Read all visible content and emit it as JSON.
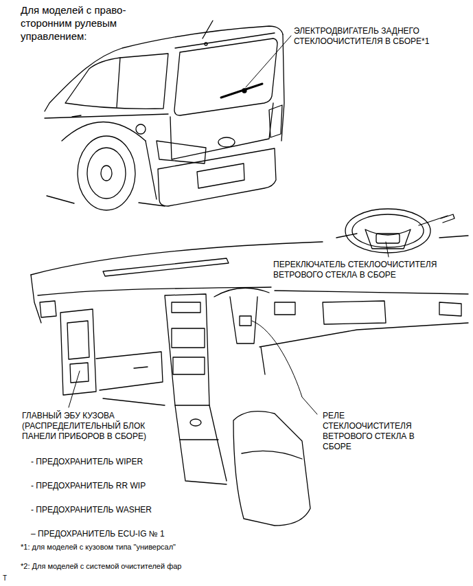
{
  "diagram": {
    "title": "Для моделей с право- сторонним рулевым управлением:",
    "labels": [
      "ЭЛЕКТРОДВИГАТЕЛЬ ЗАДНЕГО СТЕКЛООЧИСТИТЕЛЯ В СБОРЕ*1",
      "ПЕРЕКЛЮЧАТЕЛЬ СТЕКЛООЧИСТИТЕЛЯ ВЕТРОВОГО СТЕКЛА В СБОРЕ",
      "ГЛАВНЫЙ ЭБУ КУЗОВА (РАСПРЕДЕЛИТЕЛЬНЫЙ БЛОК ПАНЕЛИ ПРИБОРОВ В СБОРЕ)",
      "РЕЛЕ СТЕКЛООЧИСТИТЕЛЯ ВЕТРОВОГО СТЕКЛА В СБОРЕ",
      "- ПРЕДОХРАНИТЕЛЬ WIPER",
      "- ПРЕДОХРАНИТЕЛЬ RR WIP",
      "- ПРЕДОХРАНИТЕЛЬ WASHER",
      "– ПРЕДОХРАНИТЕЛЬ ECU-IG № 1",
      "*1: для моделей с кузовом типа \"универсал\"",
      "*2: Для моделей с системой очистителей фар",
      "T"
    ]
  }
}
